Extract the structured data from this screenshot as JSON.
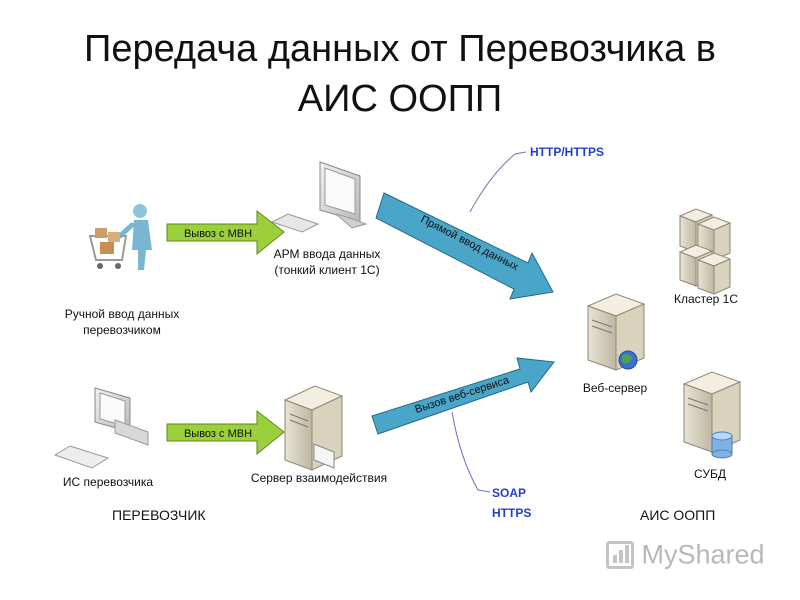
{
  "title_line1": "Передача данных от Перевозчика в",
  "title_line2": "АИС ООПП",
  "nodes": {
    "manual_entry": "Ручной ввод данных перевозчиком",
    "arm": "АРМ ввода данных (тонкий клиент 1С)",
    "carrier_is": "ИС перевозчика",
    "interaction_server": "Сервер взаимодействия",
    "web_server": "Веб-сервер",
    "cluster": "Кластер 1С",
    "dbms": "СУБД"
  },
  "edges": {
    "mvn_top": "Вывоз с МВН",
    "mvn_bottom": "Вывоз с МВН",
    "direct_input": "Прямой ввод данных",
    "web_service_call": "Вызов веб-сервиса"
  },
  "protocols": {
    "http": "HTTP/HTTPS",
    "soap": "SOAP",
    "https": "HTTPS"
  },
  "sections": {
    "carrier": "ПЕРЕВОЗЧИК",
    "aisoopp": "АИС ООПП"
  },
  "watermark": "MyShared",
  "colors": {
    "green_arrow": "#9bcf3b",
    "blue_arrow": "#4aa6c8",
    "callout_line": "#6b72c0"
  }
}
